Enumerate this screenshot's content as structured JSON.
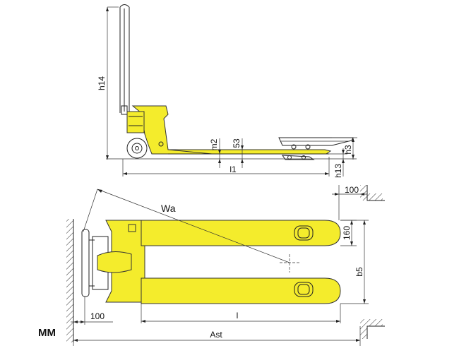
{
  "labels": {
    "h14": "h14",
    "m2": "m2",
    "d53": "53",
    "h3": "h3",
    "h13": "h13",
    "l1": "l1",
    "d100_top": "100",
    "wa": "Wa",
    "d160": "160",
    "b5": "b5",
    "d100_bottom": "100",
    "l": "l",
    "ast": "Ast",
    "mm": "MM"
  },
  "colors": {
    "body": "#f4ec2c",
    "line": "#222222",
    "background": "#ffffff"
  }
}
